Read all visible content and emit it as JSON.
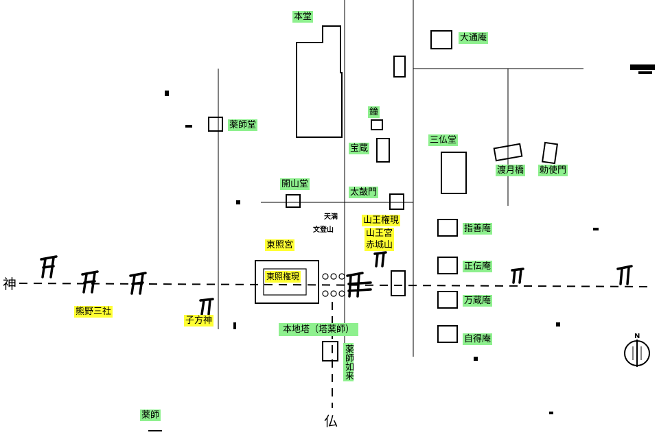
{
  "colors": {
    "green": "#8ef08e",
    "yellow": "#ffff33"
  },
  "labels": {
    "hondo": "本堂",
    "daitsuan": "大通庵",
    "yakushido": "薬師堂",
    "kane": "鐘",
    "hozo": "宝蔵",
    "sanbutsudo": "三仏堂",
    "togetsukyo": "渡月橋",
    "chokushimon": "勅使門",
    "kaisando": "開山堂",
    "taikomon": "太皷門",
    "sanno_gongen": "山王権現",
    "sanno_akagi": "山王宮\n赤城山",
    "toshogu": "東照宮",
    "tosho_gongen": "東照権現",
    "shizenan": "指善庵",
    "shodenan": "正伝庵",
    "manzoan": "万蔵庵",
    "jitokuan": "自得庵",
    "kumano": "熊野三社",
    "kokata": "子方神",
    "honjito": "本地塔（塔薬師）",
    "yakushi_nyorai": "薬師如来",
    "yakushi": "薬師",
    "ten": "天満",
    "bunto": "文登山",
    "kami": "神",
    "hotoke": "仏",
    "north": "N"
  }
}
